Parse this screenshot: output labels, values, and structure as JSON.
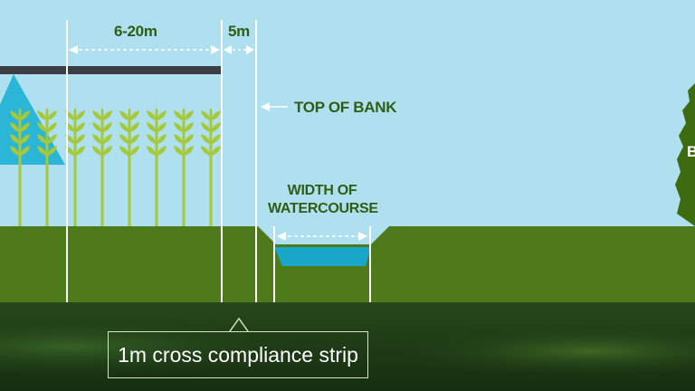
{
  "dimensions": {
    "buffer_width": "6-20m",
    "cross_compliance_width": "5m"
  },
  "labels": {
    "top_of_bank": "TOP OF BANK",
    "width_of_watercourse_line1": "WIDTH OF",
    "width_of_watercourse_line2": "WATERCOURSE",
    "tree_partial": "B"
  },
  "callout": {
    "text": "1m cross compliance strip"
  },
  "colors": {
    "sky": "#aee0ef",
    "grass": "#4f7a1c",
    "soil": "#1b3a14",
    "crop": "#a5c93a",
    "water": "#1aa6c9",
    "spray": "#2bb5d6",
    "tree": "#3f6b10",
    "label_text": "#2f5d14"
  }
}
